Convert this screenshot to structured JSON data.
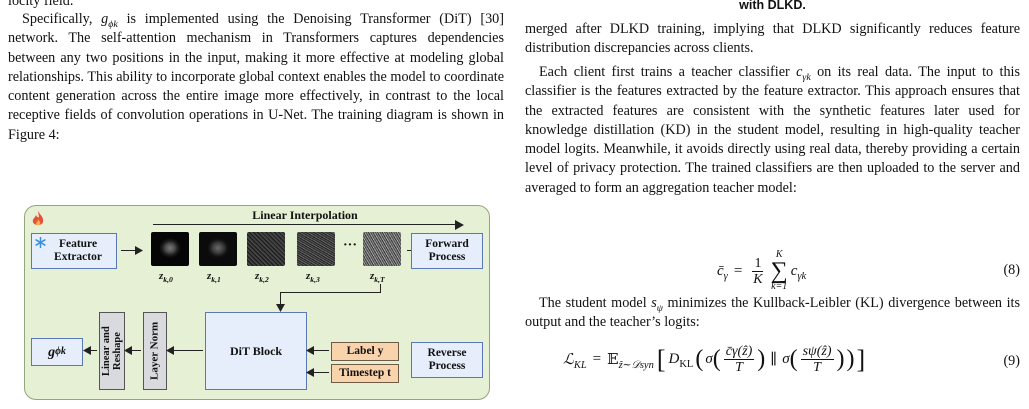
{
  "left": {
    "fragment_top": "locity field.",
    "para1_a": "Specifically, ",
    "para1_sym": "g",
    "para1_sub": "ϕk",
    "para1_b": " is implemented using the Denoising Transformer (DiT) [30] network. The self-attention mechanism in Transformers captures dependencies between any two positions in the input, making it more effective at modeling global relationships. This ability to incorporate global context enables the model to coordinate content generation across the entire image more effectively, in contrast to the local receptive fields of convolution operations in U-Net. The training diagram is shown in Figure 4:"
  },
  "figure": {
    "title": "Linear Interpolation",
    "feature_extractor": "Feature Extractor",
    "forward_process": "Forward Process",
    "reverse_process": "Reverse Process",
    "dit_block": "DiT Block",
    "layer_norm": "Layer Norm",
    "linear_reshape": "Linear and Reshape",
    "label_y": "Label y",
    "timestep_t": "Timestep t",
    "output_sym": "g",
    "output_sub": "ϕk",
    "ellipsis": "···",
    "z_labels": [
      "z",
      "z",
      "z",
      "z",
      "z"
    ],
    "z_subs": [
      "k,0",
      "k,1",
      "k,2",
      "k,3",
      "k,T"
    ],
    "colors": {
      "panel": "#e6f0d5",
      "box_blue": "#e6eefb",
      "box_orange": "#f9d3ab",
      "flame": "#e8503a",
      "snow": "#3b8de0"
    },
    "icons": [
      "flame-icon",
      "snowflake-icon"
    ]
  },
  "right": {
    "caption_tail": "with DLKD.",
    "para1": "merged after DLKD training, implying that DLKD significantly reduces feature distribution discrepancies across clients.",
    "para2_a": "Each client first trains a teacher classifier ",
    "para2_sym": "c",
    "para2_sub": "γk",
    "para2_b": " on its real data. The input to this classifier is the features extracted by the feature extractor. This approach ensures that the extracted features are consistent with the synthetic features later used for knowledge distillation (KD) in the student model, resulting in high-quality teacher model logits. Meanwhile, it avoids directly using real data, thereby providing a certain level of privacy protection. The trained classifiers are then uploaded to the server and averaged to form an aggregation teacher model:",
    "eq8_lhs": "c̄",
    "eq8_lhs_sub": "γ",
    "eq8_eq": "=",
    "eq8_num": "1",
    "eq8_den": "K",
    "eq8_sum_top": "K",
    "eq8_sum_bot": "k=1",
    "eq8_c": "c",
    "eq8_c_sub": "γk",
    "eq8_no": "(8)",
    "para3_a": "The student model ",
    "para3_sym": "s",
    "para3_sub": "ψ",
    "para3_b": " minimizes the Kullback-Leibler (KL) divergence between its output and the teacher’s logits:",
    "eq9_lhs": "ℒ",
    "eq9_lhs_sub": "KL",
    "eq9_eq": "=",
    "eq9_E": "𝔼",
    "eq9_E_sub": "ẑ∼𝒟syn",
    "eq9_D": "D",
    "eq9_D_sub": "KL",
    "eq9_sigma1": "σ",
    "eq9_frac1_num": "c̄γ(ẑ)",
    "eq9_frac1_den": "T",
    "eq9_par": "∥",
    "eq9_sigma2": "σ",
    "eq9_frac2_num": "sψ(ẑ)",
    "eq9_frac2_den": "T",
    "eq9_no": "(9)"
  }
}
